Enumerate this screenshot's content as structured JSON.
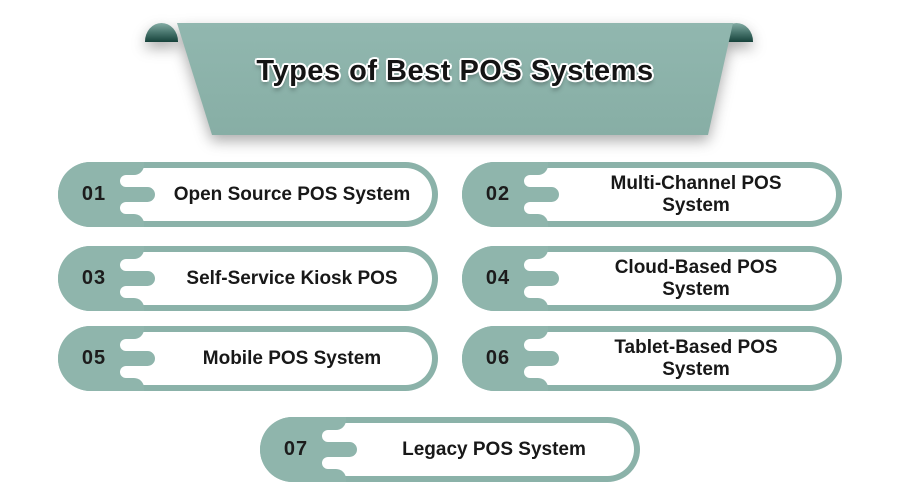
{
  "banner": {
    "title": "Types of Best POS Systems"
  },
  "items": [
    {
      "number": "01",
      "label": "Open Source POS System"
    },
    {
      "number": "02",
      "label": "Multi-Channel POS System"
    },
    {
      "number": "03",
      "label": "Self-Service Kiosk POS"
    },
    {
      "number": "04",
      "label": "Cloud-Based POS System"
    },
    {
      "number": "05",
      "label": "Mobile POS System"
    },
    {
      "number": "06",
      "label": "Tablet-Based POS System"
    },
    {
      "number": "07",
      "label": "Legacy POS System"
    }
  ],
  "colors": {
    "teal": "#8fb5ac",
    "pill_border": "#8bb2a9",
    "curl_dark": "#16423b",
    "text": "#181818",
    "background": "#ffffff"
  }
}
